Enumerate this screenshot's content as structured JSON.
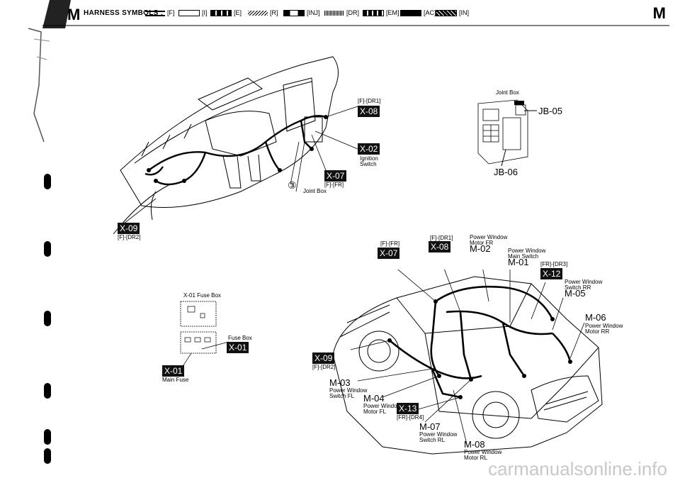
{
  "header": {
    "left_letter": "M",
    "label": "HARNESS SYMBOLS :",
    "right_letter": "M",
    "symbols": [
      {
        "code": "[F]"
      },
      {
        "code": "[I]"
      },
      {
        "code": "[E]"
      },
      {
        "code": "[R]"
      },
      {
        "code": "[INJ]"
      },
      {
        "code": "[DR]"
      },
      {
        "code": "[EM]"
      },
      {
        "code": "[AC]"
      },
      {
        "code": "[IN]"
      }
    ]
  },
  "dash": {
    "x08_harness": "[F]-[DR1]",
    "x08": "X-08",
    "x02": "X-02",
    "ignition": "Ignition",
    "switch": "Switch",
    "x07": "X-07",
    "x07_harness": "[F]-[FR]",
    "circle3": "③",
    "joint_box": "Joint Box",
    "x09": "X-09",
    "x09_harness": "[F]-[DR2]"
  },
  "jbox": {
    "title": "Joint Box",
    "jb05": "JB-05",
    "jb06": "JB-06"
  },
  "fuse": {
    "title": "X-01 Fuse Box",
    "fuse_box": "Fuse Box",
    "x01_a": "X-01",
    "x01_b": "X-01",
    "main_fuse": "Main Fuse"
  },
  "car": {
    "x07_harness": "[F]-[FR]",
    "x07": "X-07",
    "x08_harness": "[F]-[DR1]",
    "x08": "X-08",
    "m02_l1": "Power Window",
    "m02_l2": "Motor FR",
    "m02": "M-02",
    "m01_l1": "Power Window",
    "m01_l2": "Main Switch",
    "m01": "M-01",
    "x12_harness": "[FR]-[DR3]",
    "x12": "X-12",
    "m05_l1": "Power Window",
    "m05_l2": "Switch RR",
    "m05": "M-05",
    "m06": "M-06",
    "m06_l1": "Power Window",
    "m06_l2": "Motor RR",
    "x09": "X-09",
    "x09_harness": "[F]-[DR2]",
    "m03": "M-03",
    "m03_l1": "Power Window",
    "m03_l2": "Switch FL",
    "m04": "M-04",
    "m04_l1": "Power Window",
    "m04_l2": "Motor FL",
    "x13": "X-13",
    "x13_harness": "[FR]-[DR4]",
    "m07": "M-07",
    "m07_l1": "Power Window",
    "m07_l2": "Switch RL",
    "m08": "M-08",
    "m08_l1": "Power Window",
    "m08_l2": "Motor RL"
  },
  "watermark": "carmanualsonline.info"
}
